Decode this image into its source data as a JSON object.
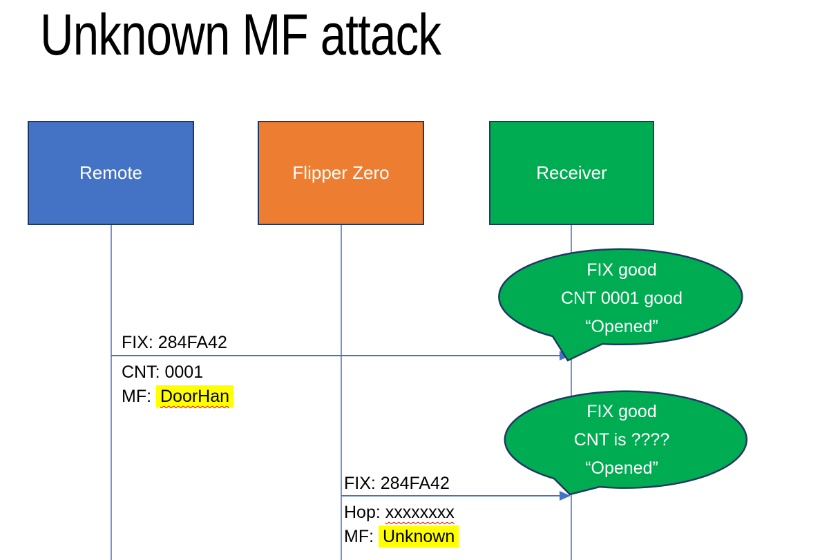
{
  "slide": {
    "title": "Unknown MF attack"
  },
  "actors": [
    {
      "id": "remote",
      "label": "Remote",
      "fill": "#4472C4"
    },
    {
      "id": "flipper",
      "label": "Flipper Zero",
      "fill": "#ED7D31"
    },
    {
      "id": "receiver",
      "label": "Receiver",
      "fill": "#00AC52"
    }
  ],
  "messages": [
    {
      "from": "Remote",
      "to": "Receiver",
      "line1": "FIX: 284FA42",
      "line2": "CNT: 0001",
      "line3_label": "MF: ",
      "line3_value": "DoorHan"
    },
    {
      "from": "Flipper Zero",
      "to": "Receiver",
      "line1": "FIX: 284FA42",
      "line2_label": "Hop: ",
      "line2_value": "xxxxxxxx",
      "line3_label": "MF: ",
      "line3_value": "Unknown"
    }
  ],
  "callouts": [
    {
      "line1": "FIX good",
      "line2": "CNT 0001 good",
      "line3": "“Opened”"
    },
    {
      "line1": "FIX good",
      "line2": "CNT is ????",
      "line3": "“Opened”"
    }
  ],
  "colors": {
    "actor_remote_fill": "#4472C4",
    "actor_flipper_fill": "#ED7D31",
    "actor_receiver_fill": "#00AC52",
    "callout_fill": "#00AC52",
    "outline_dark_navy": "#1F3864",
    "connector_blue": "#4472C4",
    "highlight_yellow": "#FFFF00",
    "spellcheck_red": "#E60000",
    "text_on_fill": "#FFFFFF",
    "text_black": "#000000"
  }
}
